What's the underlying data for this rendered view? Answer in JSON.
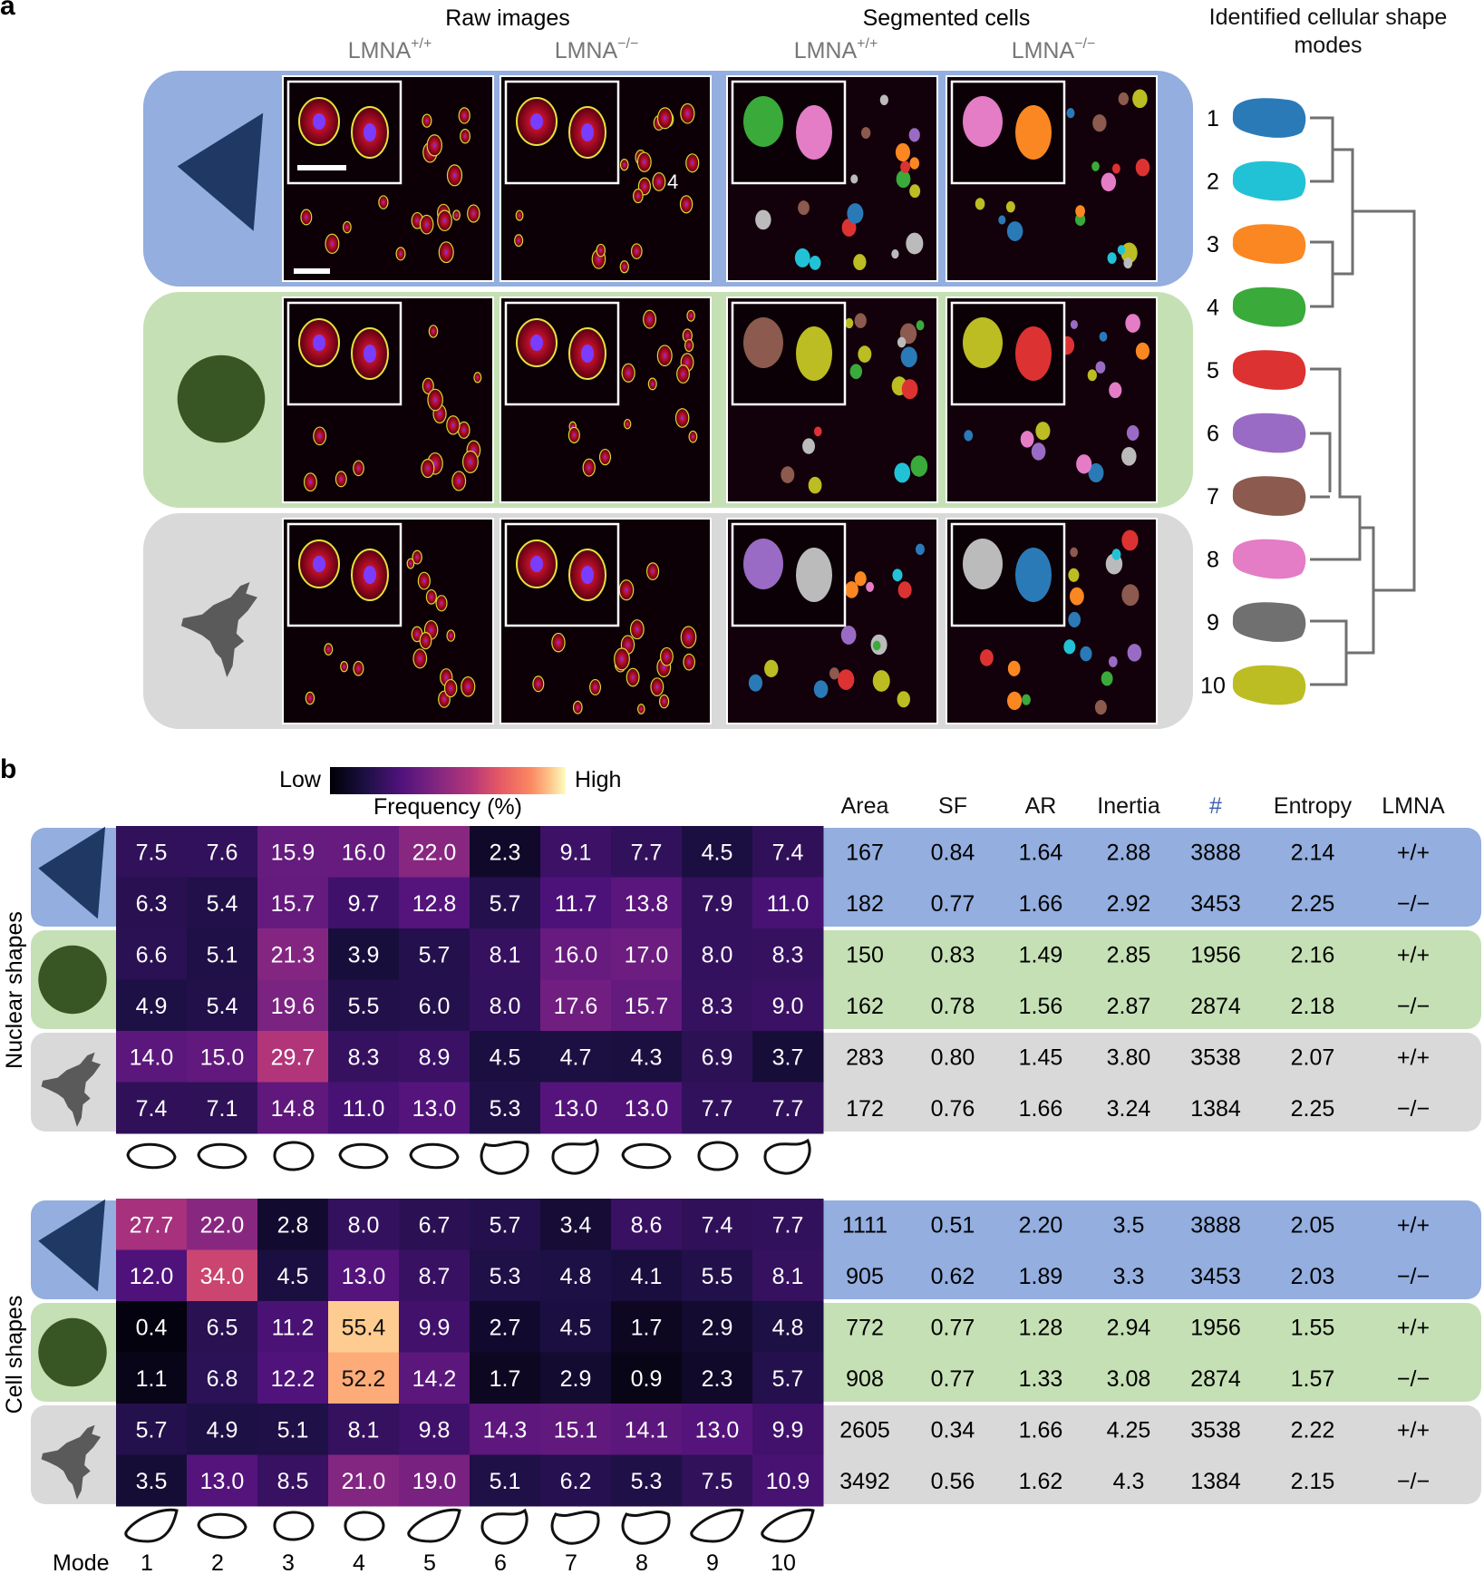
{
  "panel_a": {
    "letter": "a",
    "headers": {
      "raw": "Raw images",
      "segmented": "Segmented cells",
      "modes": "Identified cellular shape modes"
    },
    "genotype_labels": [
      "LMNA+/+",
      "LMNA−/−",
      "LMNA+/+",
      "LMNA−/−"
    ],
    "image_annotation": "4",
    "rows": [
      {
        "icon": "triangle-shape-icon",
        "band_color": "#93aedf"
      },
      {
        "icon": "circle-shape-icon",
        "band_color": "#c5e0b5"
      },
      {
        "icon": "irregular-shape-icon",
        "band_color": "#d9d9d9"
      }
    ],
    "shape_modes": [
      {
        "n": "1",
        "color": "#2a7ab8"
      },
      {
        "n": "2",
        "color": "#22c2d6"
      },
      {
        "n": "3",
        "color": "#fb8722"
      },
      {
        "n": "4",
        "color": "#3aaa3a"
      },
      {
        "n": "5",
        "color": "#dd3232"
      },
      {
        "n": "6",
        "color": "#9a6bc4"
      },
      {
        "n": "7",
        "color": "#8c5a4e"
      },
      {
        "n": "8",
        "color": "#e47cc6"
      },
      {
        "n": "9",
        "color": "#707070"
      },
      {
        "n": "10",
        "color": "#bcbd22"
      }
    ]
  },
  "panel_b": {
    "letter": "b",
    "colorbar": {
      "low": "Low",
      "high": "High",
      "label": "Frequency (%)"
    },
    "columns": [
      "Area",
      "SF",
      "AR",
      "Inertia",
      "#",
      "Entropy",
      "LMNA"
    ],
    "hash_color": "#3a5fb0",
    "mode_label": "Mode",
    "section_labels": [
      "Nuclear shapes",
      "Cell shapes"
    ],
    "modes": [
      "1",
      "2",
      "3",
      "4",
      "5",
      "6",
      "7",
      "8",
      "9",
      "10"
    ]
  },
  "chart_data": [
    {
      "type": "heatmap",
      "title": "Nuclear shapes",
      "x": [
        "1",
        "2",
        "3",
        "4",
        "5",
        "6",
        "7",
        "8",
        "9",
        "10"
      ],
      "xlabel": "Mode",
      "colorbar": {
        "label": "Frequency (%)",
        "low": "Low",
        "high": "High"
      },
      "rows": [
        {
          "shape": "triangle",
          "lmna": "+/+",
          "values": [
            7.5,
            7.6,
            15.9,
            16.0,
            22.0,
            2.3,
            9.1,
            7.7,
            4.5,
            7.4
          ],
          "area": "167",
          "sf": "0.84",
          "ar": "1.64",
          "inertia": "2.88",
          "n": "3888",
          "entropy": "2.14"
        },
        {
          "shape": "triangle",
          "lmna": "−/−",
          "values": [
            6.3,
            5.4,
            15.7,
            9.7,
            12.8,
            5.7,
            11.7,
            13.8,
            7.9,
            11.0
          ],
          "area": "182",
          "sf": "0.77",
          "ar": "1.66",
          "inertia": "2.92",
          "n": "3453",
          "entropy": "2.25"
        },
        {
          "shape": "circle",
          "lmna": "+/+",
          "values": [
            6.6,
            5.1,
            21.3,
            3.9,
            5.7,
            8.1,
            16.0,
            17.0,
            8.0,
            8.3
          ],
          "area": "150",
          "sf": "0.83",
          "ar": "1.49",
          "inertia": "2.85",
          "n": "1956",
          "entropy": "2.16"
        },
        {
          "shape": "circle",
          "lmna": "−/−",
          "values": [
            4.9,
            5.4,
            19.6,
            5.5,
            6.0,
            8.0,
            17.6,
            15.7,
            8.3,
            9.0
          ],
          "area": "162",
          "sf": "0.78",
          "ar": "1.56",
          "inertia": "2.87",
          "n": "2874",
          "entropy": "2.18"
        },
        {
          "shape": "irregular",
          "lmna": "+/+",
          "values": [
            14.0,
            15.0,
            29.7,
            8.3,
            8.9,
            4.5,
            4.7,
            4.3,
            6.9,
            3.7
          ],
          "area": "283",
          "sf": "0.80",
          "ar": "1.45",
          "inertia": "3.80",
          "n": "3538",
          "entropy": "2.07"
        },
        {
          "shape": "irregular",
          "lmna": "−/−",
          "values": [
            7.4,
            7.1,
            14.8,
            11.0,
            13.0,
            5.3,
            13.0,
            13.0,
            7.7,
            7.7
          ],
          "area": "172",
          "sf": "0.76",
          "ar": "1.66",
          "inertia": "3.24",
          "n": "1384",
          "entropy": "2.25"
        }
      ]
    },
    {
      "type": "heatmap",
      "title": "Cell shapes",
      "x": [
        "1",
        "2",
        "3",
        "4",
        "5",
        "6",
        "7",
        "8",
        "9",
        "10"
      ],
      "xlabel": "Mode",
      "colorbar": {
        "label": "Frequency (%)",
        "low": "Low",
        "high": "High"
      },
      "rows": [
        {
          "shape": "triangle",
          "lmna": "+/+",
          "values": [
            27.7,
            22.0,
            2.8,
            8.0,
            6.7,
            5.7,
            3.4,
            8.6,
            7.4,
            7.7
          ],
          "area": "1111",
          "sf": "0.51",
          "ar": "2.20",
          "inertia": "3.5",
          "n": "3888",
          "entropy": "2.05"
        },
        {
          "shape": "triangle",
          "lmna": "−/−",
          "values": [
            12.0,
            34.0,
            4.5,
            13.0,
            8.7,
            5.3,
            4.8,
            4.1,
            5.5,
            8.1
          ],
          "area": "905",
          "sf": "0.62",
          "ar": "1.89",
          "inertia": "3.3",
          "n": "3453",
          "entropy": "2.03"
        },
        {
          "shape": "circle",
          "lmna": "+/+",
          "values": [
            0.4,
            6.5,
            11.2,
            55.4,
            9.9,
            2.7,
            4.5,
            1.7,
            2.9,
            4.8
          ],
          "area": "772",
          "sf": "0.77",
          "ar": "1.28",
          "inertia": "2.94",
          "n": "1956",
          "entropy": "1.55"
        },
        {
          "shape": "circle",
          "lmna": "−/−",
          "values": [
            1.1,
            6.8,
            12.2,
            52.2,
            14.2,
            1.7,
            2.9,
            0.9,
            2.3,
            5.7
          ],
          "area": "908",
          "sf": "0.77",
          "ar": "1.33",
          "inertia": "3.08",
          "n": "2874",
          "entropy": "1.57"
        },
        {
          "shape": "irregular",
          "lmna": "+/+",
          "values": [
            5.7,
            4.9,
            5.1,
            8.1,
            9.8,
            14.3,
            15.1,
            14.1,
            13.0,
            9.9
          ],
          "area": "2605",
          "sf": "0.34",
          "ar": "1.66",
          "inertia": "4.25",
          "n": "3538",
          "entropy": "2.22"
        },
        {
          "shape": "irregular",
          "lmna": "−/−",
          "values": [
            3.5,
            13.0,
            8.5,
            21.0,
            19.0,
            5.1,
            6.2,
            5.3,
            7.5,
            10.9
          ],
          "area": "3492",
          "sf": "0.56",
          "ar": "1.62",
          "inertia": "4.3",
          "n": "1384",
          "entropy": "2.15"
        }
      ]
    }
  ]
}
